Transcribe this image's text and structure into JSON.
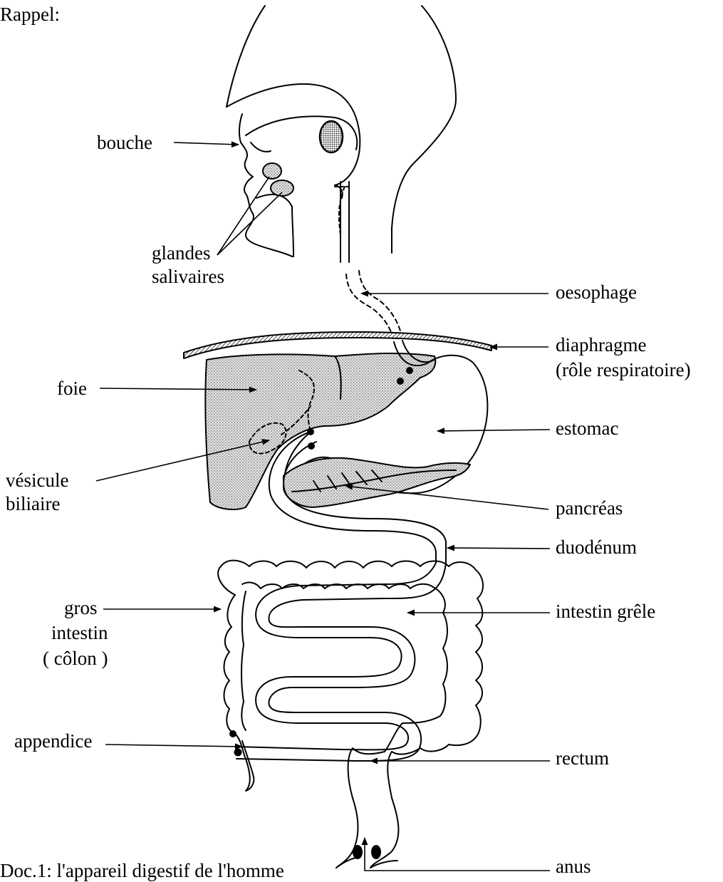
{
  "heading": "Rappel:",
  "caption": "Doc.1: l'appareil digestif de l'homme",
  "labels": {
    "bouche": "bouche",
    "glandes": "glandes",
    "salivaires": "salivaires",
    "oesophage": "oesophage",
    "diaphragme": "diaphragme",
    "role": "(rôle respiratoire)",
    "foie": "foie",
    "estomac": "estomac",
    "vesicule": "vésicule",
    "biliaire": "biliaire",
    "pancreas": "pancréas",
    "duodenum": "duodénum",
    "gros": "gros",
    "intestin": "intestin",
    "colon": "( côlon )",
    "intestin_grele": "intestin grêle",
    "appendice": "appendice",
    "rectum": "rectum",
    "anus": "anus"
  },
  "colors": {
    "ink": "#000000",
    "organ_fill": "#c9c9c9",
    "gland_fill": "#bdbdbd"
  }
}
